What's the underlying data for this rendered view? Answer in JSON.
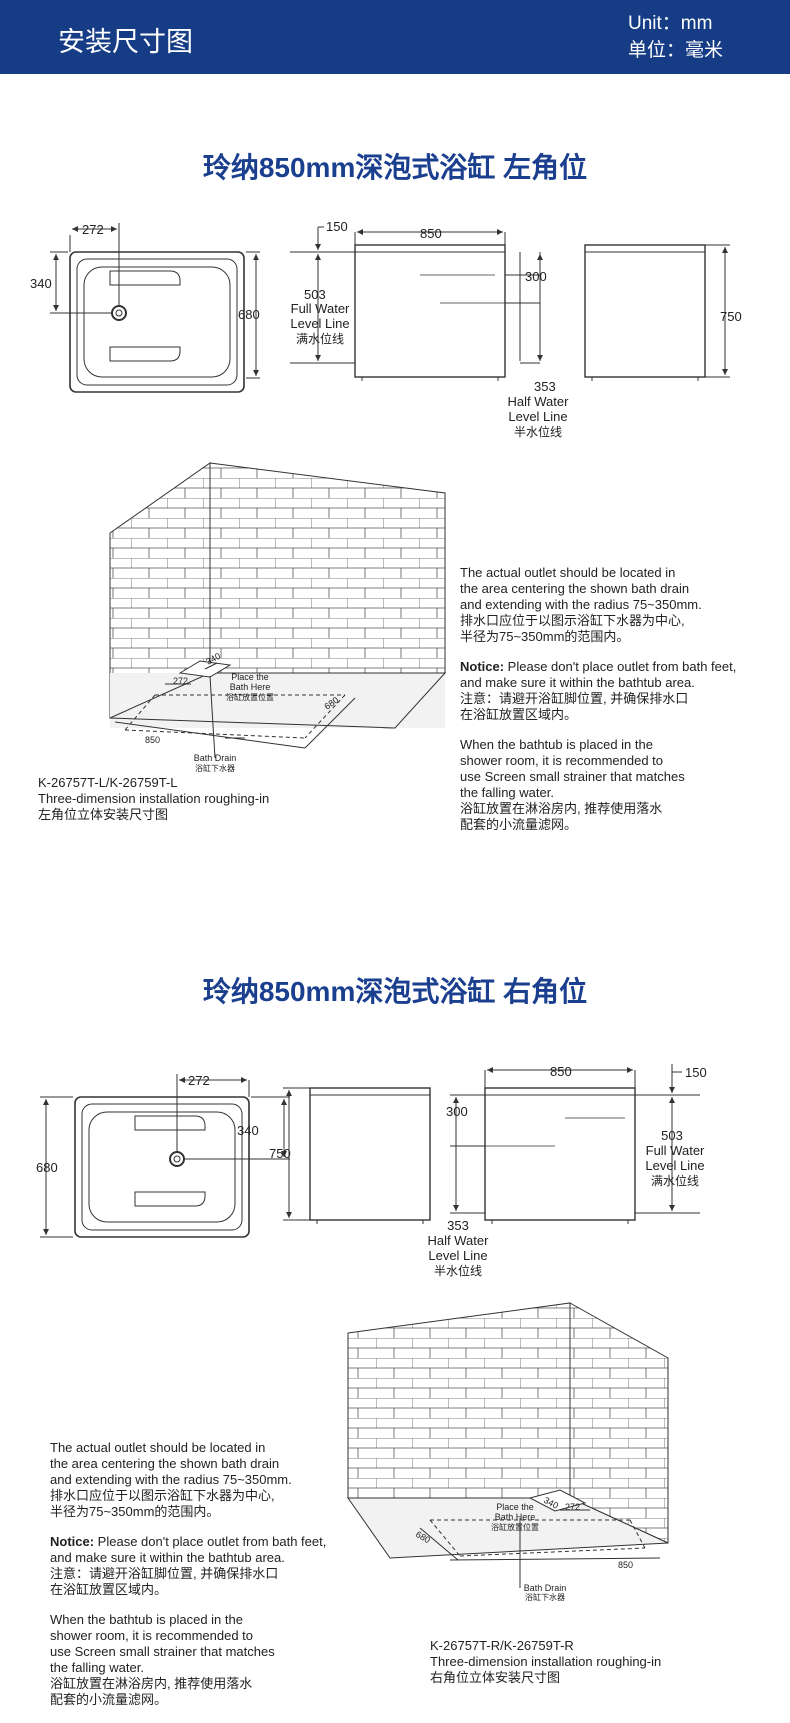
{
  "header": {
    "title": "安装尺寸图",
    "unit_en": "Unit：mm",
    "unit_cn": "单位：毫米"
  },
  "colors": {
    "header_bg": "#163c85",
    "title_blue": "#1b3f8f"
  },
  "left_section": {
    "title": "玲纳850mm深泡式浴缸 左角位",
    "dims": {
      "d272": "272",
      "d340": "340",
      "d680": "680",
      "d150": "150",
      "d850": "850",
      "d300": "300",
      "d503": "503",
      "d750": "750",
      "d353": "353"
    },
    "full_water": [
      "Full Water",
      "Level Line",
      "满水位线"
    ],
    "half_water": [
      "Half Water",
      "Level Line",
      "半水位线"
    ],
    "roughing": {
      "d272": "272",
      "d340": "340",
      "d680": "680",
      "d850": "850",
      "place": [
        "Place the",
        "Bath Here",
        "浴缸放置位置"
      ],
      "drain": [
        "Bath Drain",
        "浴缸下水器"
      ]
    },
    "caption": [
      "K-26757T-L/K-26759T-L",
      "Three-dimension installation roughing-in",
      "左角位立体安装尺寸图"
    ]
  },
  "right_section": {
    "title": "玲纳850mm深泡式浴缸 右角位",
    "dims": {
      "d272": "272",
      "d340": "340",
      "d680": "680",
      "d150": "150",
      "d850": "850",
      "d300": "300",
      "d503": "503",
      "d750": "750",
      "d353": "353"
    },
    "full_water": [
      "503",
      "Full Water",
      "Level Line",
      "满水位线"
    ],
    "half_water": [
      "Half Water",
      "Level Line",
      "半水位线"
    ],
    "roughing": {
      "d272": "272",
      "d340": "340",
      "d680": "680",
      "d850": "850",
      "place": [
        "Place the",
        "Bath Here",
        "浴缸放置位置"
      ],
      "drain": [
        "Bath Drain",
        "浴缸下水器"
      ]
    },
    "caption": [
      "K-26757T-R/K-26759T-R",
      "Three-dimension installation roughing-in",
      "右角位立体安装尺寸图"
    ]
  },
  "notes": {
    "p1": [
      "The actual outlet should be located in",
      "the area centering the shown bath drain",
      "and extending with the radius 75~350mm.",
      "排水口应位于以图示浴缸下水器为中心,",
      "半径为75~350mm的范围内。"
    ],
    "notice_label": "Notice:",
    "p2": [
      " Please don't place outlet from bath feet,",
      "and make sure it within the bathtub area.",
      "注意：请避开浴缸脚位置, 并确保排水口",
      "在浴缸放置区域内。"
    ],
    "p3": [
      "When the bathtub is placed in the",
      "shower room, it is recommended to",
      "use Screen small strainer that matches",
      "the falling water.",
      "浴缸放置在淋浴房内, 推荐使用落水",
      "配套的小流量滤网。"
    ]
  }
}
